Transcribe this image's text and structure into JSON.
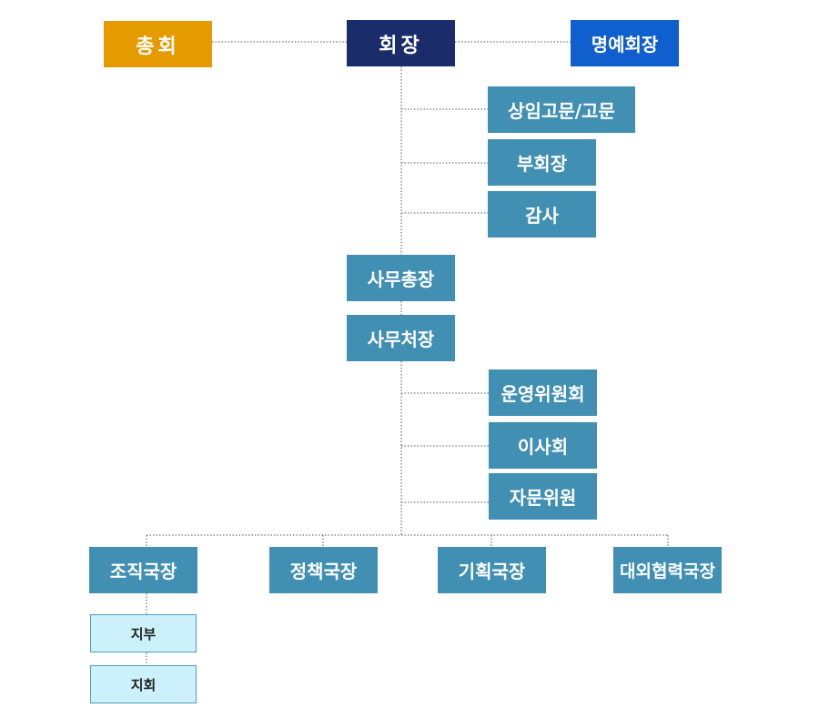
{
  "org": {
    "general_assembly": "총회",
    "president": "회장",
    "honorary_president": "명예회장",
    "standing_advisor": "상임고문/고문",
    "vice_president": "부회장",
    "auditor": "감사",
    "secretary_general": "사무총장",
    "office_director": "사무처장",
    "steering_committee": "운영위원회",
    "board_of_directors": "이사회",
    "advisory_committee": "자문위원",
    "organization_director": "조직국장",
    "policy_director": "정책국장",
    "planning_director": "기획국장",
    "external_affairs_director": "대외협력국장",
    "branch": "지부",
    "chapter": "지회"
  },
  "colors": {
    "gold": "#e59a00",
    "navy": "#1b2c6b",
    "blue": "#0f5fcf",
    "teal": "#418fb3",
    "light": "#cdf1fb",
    "connector": "#555555"
  }
}
